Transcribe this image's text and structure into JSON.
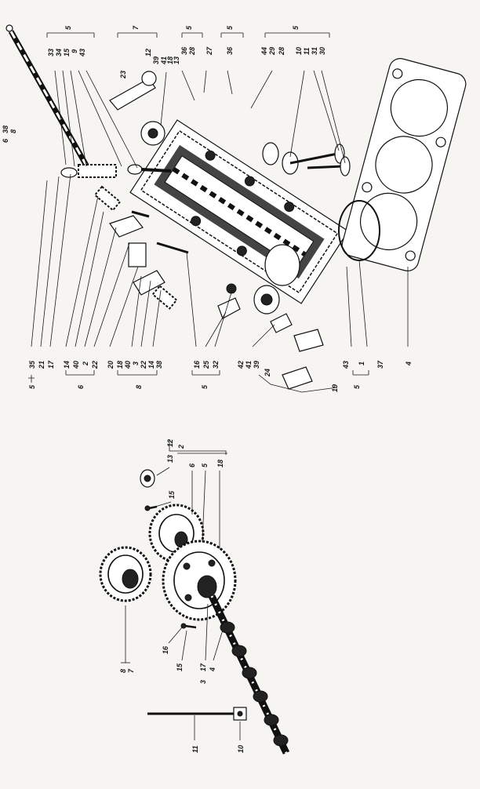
{
  "top_labels": [
    {
      "id": "t1",
      "text": "6"
    },
    {
      "id": "t2",
      "text": "38"
    },
    {
      "id": "t3",
      "text": "8"
    },
    {
      "id": "t4",
      "text": "5"
    },
    {
      "id": "t5",
      "text": "33"
    },
    {
      "id": "t6",
      "text": "34"
    },
    {
      "id": "t7",
      "text": "15"
    },
    {
      "id": "t8",
      "text": "9"
    },
    {
      "id": "t9",
      "text": "43"
    },
    {
      "id": "t10",
      "text": "7"
    },
    {
      "id": "t11",
      "text": "23"
    },
    {
      "id": "t12",
      "text": "12"
    },
    {
      "id": "t13",
      "text": "39"
    },
    {
      "id": "t14",
      "text": "41"
    },
    {
      "id": "t15",
      "text": "18"
    },
    {
      "id": "t16",
      "text": "13"
    },
    {
      "id": "t17",
      "text": "5"
    },
    {
      "id": "t18",
      "text": "36"
    },
    {
      "id": "t19",
      "text": "28"
    },
    {
      "id": "t20",
      "text": "5"
    },
    {
      "id": "t21",
      "text": "27"
    },
    {
      "id": "t22",
      "text": "36"
    },
    {
      "id": "t23",
      "text": "5"
    },
    {
      "id": "t24",
      "text": "44"
    },
    {
      "id": "t25",
      "text": "29"
    },
    {
      "id": "t26",
      "text": "28"
    },
    {
      "id": "t27",
      "text": "10"
    },
    {
      "id": "t28",
      "text": "11"
    },
    {
      "id": "t29",
      "text": "31"
    },
    {
      "id": "t30",
      "text": "30"
    }
  ],
  "bottom_labels": [
    {
      "id": "b1",
      "text": "35"
    },
    {
      "id": "b2",
      "text": "21"
    },
    {
      "id": "b3",
      "text": "17"
    },
    {
      "id": "b4",
      "text": "5"
    },
    {
      "id": "b5",
      "text": "14"
    },
    {
      "id": "b6",
      "text": "40"
    },
    {
      "id": "b7",
      "text": "2"
    },
    {
      "id": "b8",
      "text": "22"
    },
    {
      "id": "b9",
      "text": "6"
    },
    {
      "id": "b10",
      "text": "20"
    },
    {
      "id": "b11",
      "text": "18"
    },
    {
      "id": "b12",
      "text": "40"
    },
    {
      "id": "b13",
      "text": "3"
    },
    {
      "id": "b14",
      "text": "22"
    },
    {
      "id": "b15",
      "text": "14"
    },
    {
      "id": "b16",
      "text": "38"
    },
    {
      "id": "b17",
      "text": "8"
    },
    {
      "id": "b18",
      "text": "16"
    },
    {
      "id": "b19",
      "text": "25"
    },
    {
      "id": "b20",
      "text": "32"
    },
    {
      "id": "b21",
      "text": "5"
    },
    {
      "id": "b22",
      "text": "42"
    },
    {
      "id": "b23",
      "text": "41"
    },
    {
      "id": "b24",
      "text": "39"
    },
    {
      "id": "b25",
      "text": "24"
    },
    {
      "id": "b26",
      "text": "19"
    },
    {
      "id": "b27",
      "text": "43"
    },
    {
      "id": "b28",
      "text": "1"
    },
    {
      "id": "b29",
      "text": "5"
    },
    {
      "id": "b30",
      "text": "37"
    },
    {
      "id": "b31",
      "text": "4"
    }
  ],
  "gear_labels": [
    {
      "id": "g1",
      "text": "13"
    },
    {
      "id": "g2",
      "text": "12"
    },
    {
      "id": "g3",
      "text": "15"
    },
    {
      "id": "g4",
      "text": "2"
    },
    {
      "id": "g5",
      "text": "6"
    },
    {
      "id": "g6",
      "text": "5"
    },
    {
      "id": "g7",
      "text": "18"
    },
    {
      "id": "g8",
      "text": "8"
    },
    {
      "id": "g9",
      "text": "7"
    },
    {
      "id": "g10",
      "text": "16"
    },
    {
      "id": "g11",
      "text": "15"
    },
    {
      "id": "g12",
      "text": "17"
    },
    {
      "id": "g13",
      "text": "3"
    },
    {
      "id": "g14",
      "text": "4"
    },
    {
      "id": "g15",
      "text": "11"
    },
    {
      "id": "g16",
      "text": "10"
    }
  ]
}
